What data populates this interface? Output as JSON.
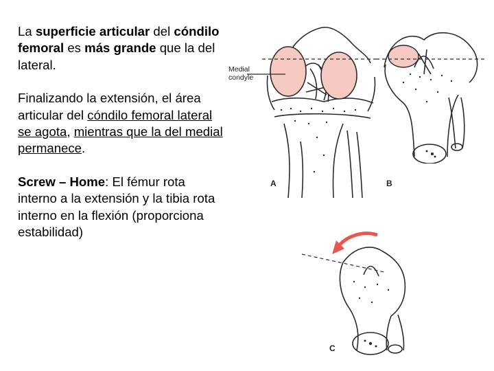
{
  "para1": {
    "t1": "La ",
    "b1": "superficie articular",
    "t2": " del ",
    "b2": "cóndilo femoral",
    "t3": " es ",
    "b3": "más grande",
    "t4": " que la del lateral."
  },
  "para2": {
    "t1": "Finalizando la extensión, el área articular del ",
    "u1": "cóndilo femoral lateral  se agota",
    "t2": ", ",
    "u2": "mientras que la del medial permanece",
    "t3": "."
  },
  "para3": {
    "b1": "Screw – Home",
    "t1": ": El fémur rota interno a la extensión y la tibia rota interno en la flexión (proporciona estabilidad)"
  },
  "figures": {
    "medial_label_1": "Medial",
    "medial_label_2": "condyle",
    "label_a": "A",
    "label_b": "B",
    "label_c": "C"
  },
  "colors": {
    "condyle_fill": "#f6c9c3",
    "arrow": "#e8584f",
    "ink": "#2a2a2a"
  },
  "icons": [
    "rotation-arrow-icon"
  ]
}
